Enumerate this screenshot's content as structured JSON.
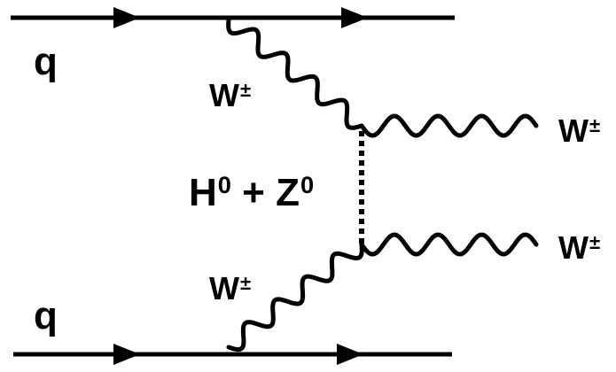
{
  "labels": {
    "quark_top": "q",
    "quark_bottom": "q",
    "w_top_left": {
      "base": "W",
      "sup": "±"
    },
    "w_bottom_left": {
      "base": "W",
      "sup": "±"
    },
    "w_out_top": {
      "base": "W",
      "sup": "±"
    },
    "w_out_bottom": {
      "base": "W",
      "sup": "±"
    },
    "exchange": {
      "h": "H",
      "h_sup": "0",
      "plus": " + ",
      "z": "Z",
      "z_sup": "0"
    }
  },
  "colors": {
    "line": "#000000",
    "boson": "#000000",
    "text": "#000000"
  }
}
